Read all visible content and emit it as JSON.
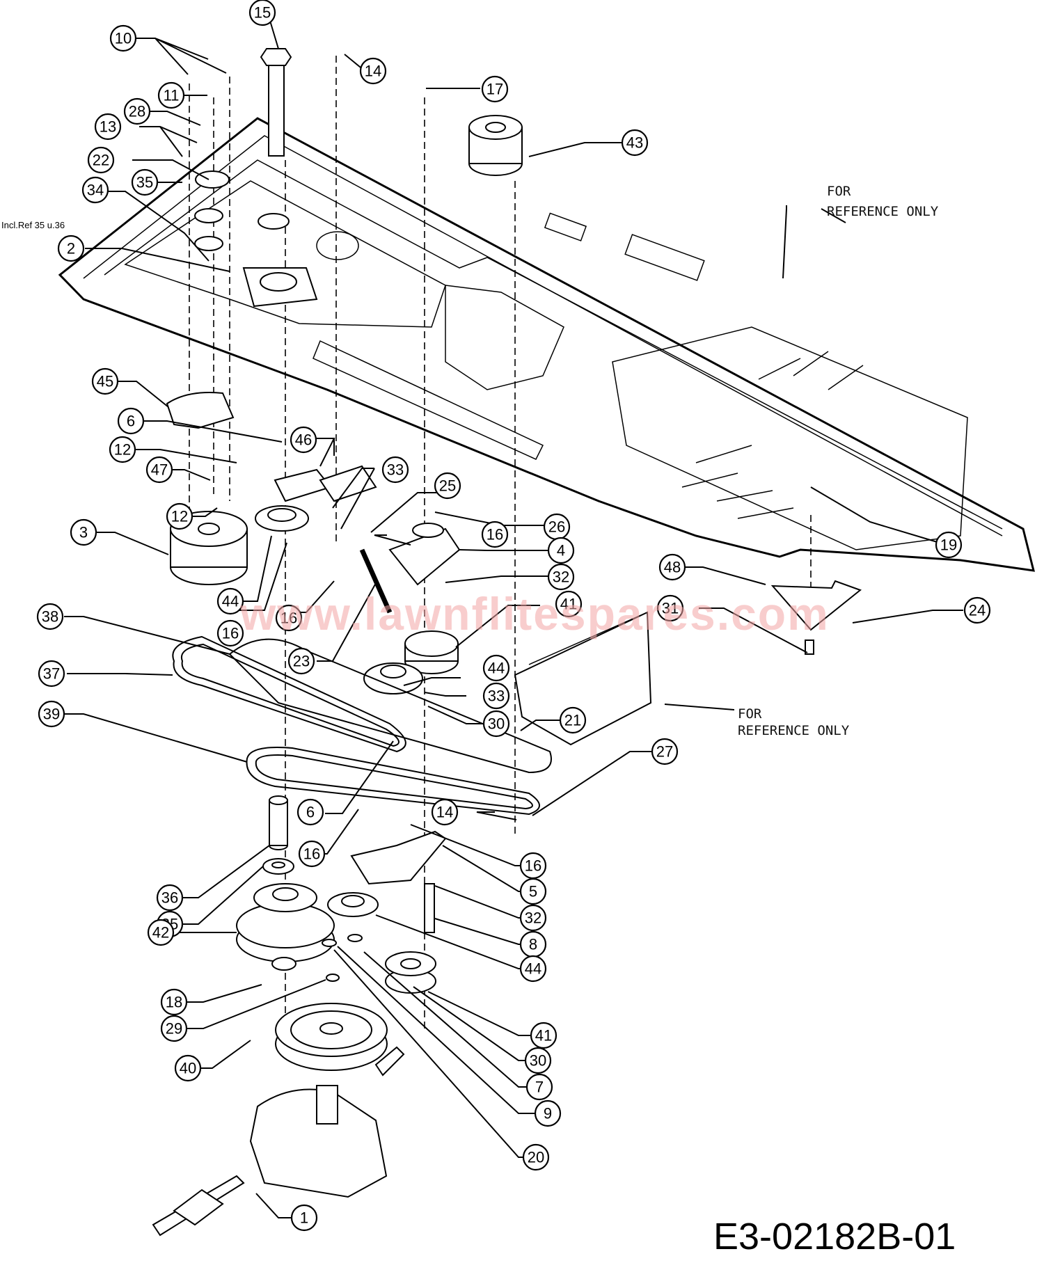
{
  "diagram": {
    "type": "exploded-parts-diagram",
    "subject": "Ride-on mower deck drive: pulleys, belts, idlers, transaxle",
    "drawing_number": "E3-02182B-01",
    "watermark": "www.lawnflitespares.com",
    "note_incl_ref": "Incl.Ref 35 u.36",
    "reference_notes": [
      {
        "line1": "FOR",
        "line2": "REFERENCE  ONLY",
        "target": "frame/deck"
      },
      {
        "line1": "FOR",
        "line2": "REFERENCE  ONLY",
        "target": "bracket"
      }
    ],
    "callouts": [
      {
        "id": "c10",
        "label": "10"
      },
      {
        "id": "c15",
        "label": "15"
      },
      {
        "id": "c14a",
        "label": "14"
      },
      {
        "id": "c17",
        "label": "17"
      },
      {
        "id": "c11",
        "label": "11"
      },
      {
        "id": "c28",
        "label": "28"
      },
      {
        "id": "c13",
        "label": "13"
      },
      {
        "id": "c43",
        "label": "43"
      },
      {
        "id": "c22",
        "label": "22"
      },
      {
        "id": "c35a",
        "label": "35"
      },
      {
        "id": "c34",
        "label": "34"
      },
      {
        "id": "c2",
        "label": "2"
      },
      {
        "id": "c45",
        "label": "45"
      },
      {
        "id": "c6a",
        "label": "6"
      },
      {
        "id": "c46",
        "label": "46"
      },
      {
        "id": "c12a",
        "label": "12"
      },
      {
        "id": "c47",
        "label": "47"
      },
      {
        "id": "c33a",
        "label": "33"
      },
      {
        "id": "c25",
        "label": "25"
      },
      {
        "id": "c12b",
        "label": "12"
      },
      {
        "id": "c26",
        "label": "26"
      },
      {
        "id": "c3",
        "label": "3"
      },
      {
        "id": "c16a",
        "label": "16"
      },
      {
        "id": "c4",
        "label": "4"
      },
      {
        "id": "c19",
        "label": "19"
      },
      {
        "id": "c44a",
        "label": "44"
      },
      {
        "id": "c32a",
        "label": "32"
      },
      {
        "id": "c48",
        "label": "48"
      },
      {
        "id": "c16b",
        "label": "16"
      },
      {
        "id": "c41a",
        "label": "41"
      },
      {
        "id": "c38",
        "label": "38"
      },
      {
        "id": "c31",
        "label": "31"
      },
      {
        "id": "c24",
        "label": "24"
      },
      {
        "id": "c16c",
        "label": "16"
      },
      {
        "id": "c23",
        "label": "23"
      },
      {
        "id": "c37",
        "label": "37"
      },
      {
        "id": "c44b",
        "label": "44"
      },
      {
        "id": "c33b",
        "label": "33"
      },
      {
        "id": "c30a",
        "label": "30"
      },
      {
        "id": "c21",
        "label": "21"
      },
      {
        "id": "c39",
        "label": "39"
      },
      {
        "id": "c27",
        "label": "27"
      },
      {
        "id": "c6b",
        "label": "6"
      },
      {
        "id": "c14b",
        "label": "14"
      },
      {
        "id": "c16d",
        "label": "16"
      },
      {
        "id": "c36",
        "label": "36"
      },
      {
        "id": "c16e",
        "label": "16"
      },
      {
        "id": "c35b",
        "label": "35"
      },
      {
        "id": "c5",
        "label": "5"
      },
      {
        "id": "c32b",
        "label": "32"
      },
      {
        "id": "c42",
        "label": "42"
      },
      {
        "id": "c8",
        "label": "8"
      },
      {
        "id": "c44c",
        "label": "44"
      },
      {
        "id": "c18",
        "label": "18"
      },
      {
        "id": "c29",
        "label": "29"
      },
      {
        "id": "c41b",
        "label": "41"
      },
      {
        "id": "c40",
        "label": "40"
      },
      {
        "id": "c30b",
        "label": "30"
      },
      {
        "id": "c7",
        "label": "7"
      },
      {
        "id": "c9",
        "label": "9"
      },
      {
        "id": "c20",
        "label": "20"
      },
      {
        "id": "c1",
        "label": "1"
      }
    ]
  }
}
